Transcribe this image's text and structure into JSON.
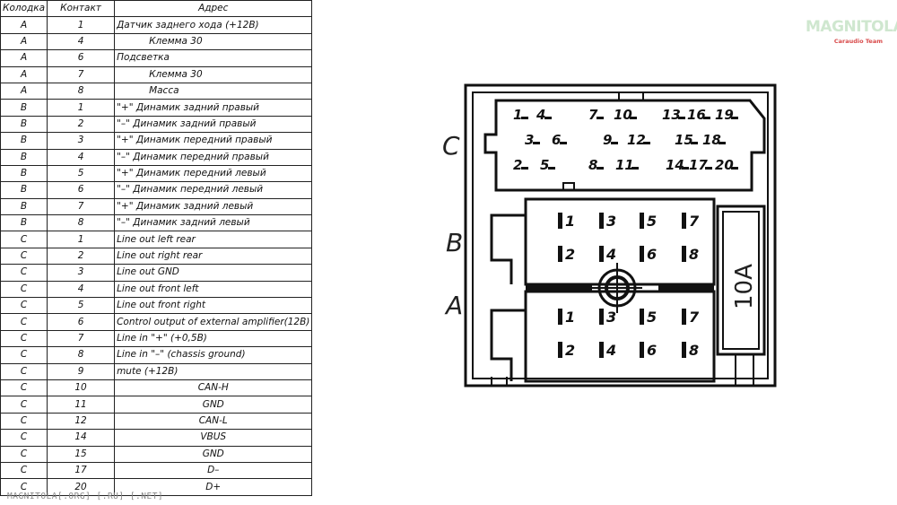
{
  "table": {
    "headers": [
      "Колодка",
      "Контакт",
      "Адрес"
    ],
    "rows": [
      [
        "A",
        "1",
        "Датчик заднего хода (+12В)"
      ],
      [
        "A",
        "4",
        "Клемма 30"
      ],
      [
        "A",
        "6",
        "Подсветка"
      ],
      [
        "A",
        "7",
        "Клемма 30"
      ],
      [
        "A",
        "8",
        "Масса"
      ],
      [
        "B",
        "1",
        "\"+\" Динамик задний правый"
      ],
      [
        "B",
        "2",
        "\"–\" Динамик задний правый"
      ],
      [
        "B",
        "3",
        "\"+\" Динамик передний правый"
      ],
      [
        "B",
        "4",
        "\"–\" Динамик передний правый"
      ],
      [
        "B",
        "5",
        "\"+\" Динамик передний левый"
      ],
      [
        "B",
        "6",
        "\"–\" Динамик передний левый"
      ],
      [
        "B",
        "7",
        "\"+\" Динамик задний левый"
      ],
      [
        "B",
        "8",
        "\"–\" Динамик задний левый"
      ],
      [
        "C",
        "1",
        "Line out left rear"
      ],
      [
        "C",
        "2",
        "Line out right rear"
      ],
      [
        "C",
        "3",
        "Line out GND"
      ],
      [
        "C",
        "4",
        "Line out front left"
      ],
      [
        "C",
        "5",
        "Line out front right"
      ],
      [
        "C",
        "6",
        "Control output of external amplifier(12В)"
      ],
      [
        "C",
        "7",
        "Line in \"+\" (+0,5В)"
      ],
      [
        "C",
        "8",
        "Line in \"–\" (chassis ground)"
      ],
      [
        "C",
        "9",
        "mute (+12В)"
      ],
      [
        "C",
        "10",
        "CAN-H"
      ],
      [
        "C",
        "11",
        "GND"
      ],
      [
        "C",
        "12",
        "CAN-L"
      ],
      [
        "C",
        "14",
        "VBUS"
      ],
      [
        "C",
        "15",
        "GND"
      ],
      [
        "C",
        "17",
        "D–"
      ],
      [
        "C",
        "20",
        "D+"
      ]
    ]
  },
  "diagram": {
    "block_labels": {
      "c": "C",
      "b": "B",
      "a": "A"
    },
    "fuse_label": "10A",
    "block_c_pins": [
      "1",
      "4",
      "7",
      "10",
      "13",
      "16",
      "19",
      "3",
      "6",
      "9",
      "12",
      "15",
      "18",
      "2",
      "5",
      "8",
      "11",
      "14",
      "17",
      "20"
    ],
    "block_b_pins": [
      "1",
      "3",
      "5",
      "7",
      "2",
      "4",
      "6",
      "8"
    ],
    "block_a_pins": [
      "1",
      "3",
      "5",
      "7",
      "2",
      "4",
      "6",
      "8"
    ]
  },
  "watermark": "MAGNITOLA[.ORG] [.RU] [.NET]",
  "logo": {
    "main": "MAGNITOLA",
    "sub": "Caraudio Team"
  },
  "colors": {
    "logo_main": "#cfe7cf",
    "logo_sub": "#d84a4a",
    "watermark": "#8a8a8a",
    "lines": "#111111"
  }
}
